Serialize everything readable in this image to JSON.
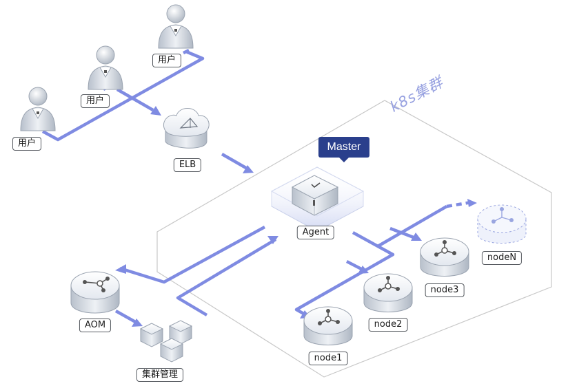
{
  "cluster": {
    "title": "k8s集群"
  },
  "master": {
    "badge": "Master",
    "agent_label": "Agent"
  },
  "users": [
    {
      "label": "用户"
    },
    {
      "label": "用户"
    },
    {
      "label": "用户"
    }
  ],
  "elb": {
    "label": "ELB"
  },
  "aom": {
    "label": "AOM"
  },
  "cluster_mgmt": {
    "label": "集群管理"
  },
  "nodes": [
    {
      "label": "node1"
    },
    {
      "label": "node2"
    },
    {
      "label": "node3"
    },
    {
      "label": "nodeN"
    }
  ],
  "colors": {
    "flow": "#7f8be2",
    "badge": "#2a3f8c",
    "outline": "#c8c8c8",
    "device": "#e9edf3"
  }
}
